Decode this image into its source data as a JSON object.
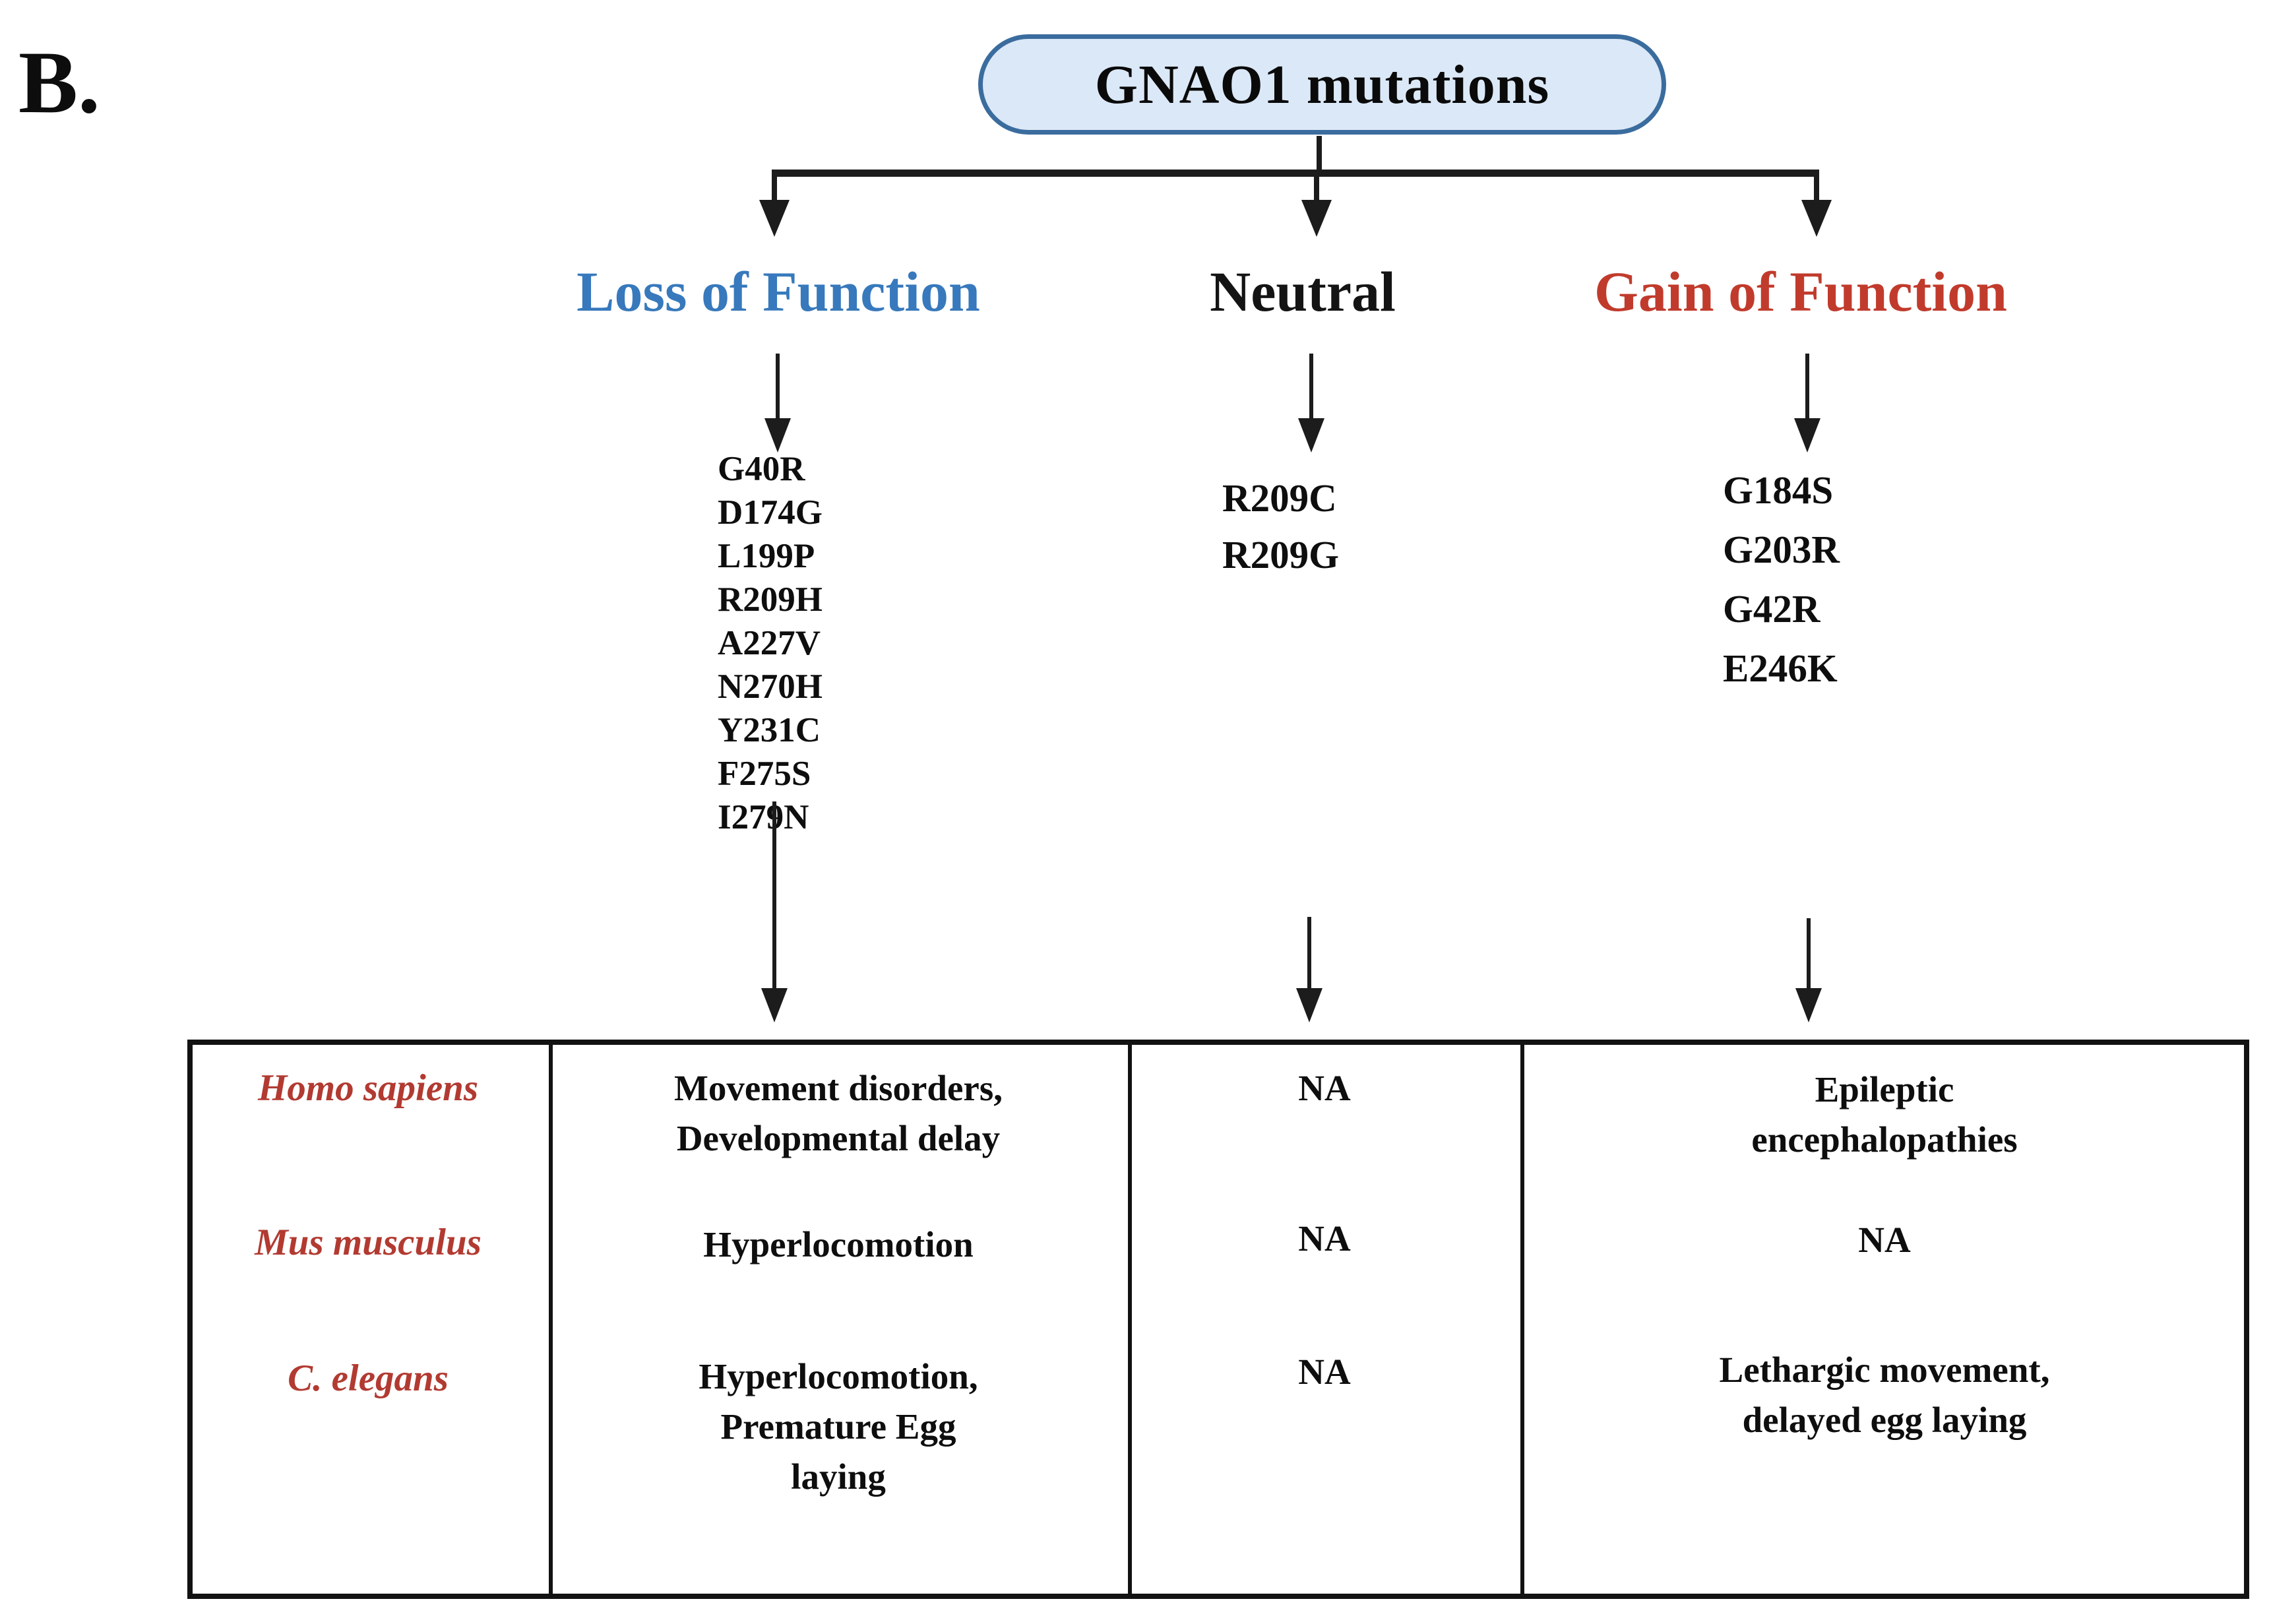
{
  "panel_label": "B.",
  "title": "GNAO1 mutations",
  "title_box": {
    "fill": "#dbe8f7",
    "border": "#3b6c9e"
  },
  "line_color": "#1c1c1c",
  "categories": [
    {
      "label": "Loss of Function",
      "color": "#3779bc",
      "mutations": [
        "G40R",
        "D174G",
        "L199P",
        "R209H",
        "A227V",
        "N270H",
        "Y231C",
        "F275S",
        "I279N"
      ]
    },
    {
      "label": "Neutral",
      "color": "#141414",
      "mutations": [
        "R209C",
        "R209G"
      ]
    },
    {
      "label": "Gain of Function",
      "color": "#c13b2c",
      "mutations": [
        "G184S",
        "G203R",
        "G42R",
        "E246K"
      ]
    }
  ],
  "table": {
    "organism_color": "#b23a31",
    "rows": [
      {
        "label": "Homo sapiens",
        "cells": [
          "Movement disorders,\nDevelopmental delay",
          "NA",
          "Epileptic\nencephalopathies"
        ]
      },
      {
        "label": "Mus musculus",
        "cells": [
          "Hyperlocomotion",
          "NA",
          "NA"
        ]
      },
      {
        "label": "C. elegans",
        "cells": [
          "Hyperlocomotion,\nPremature Egg\nlaying",
          "NA",
          "Lethargic movement,\ndelayed egg laying"
        ]
      }
    ]
  }
}
